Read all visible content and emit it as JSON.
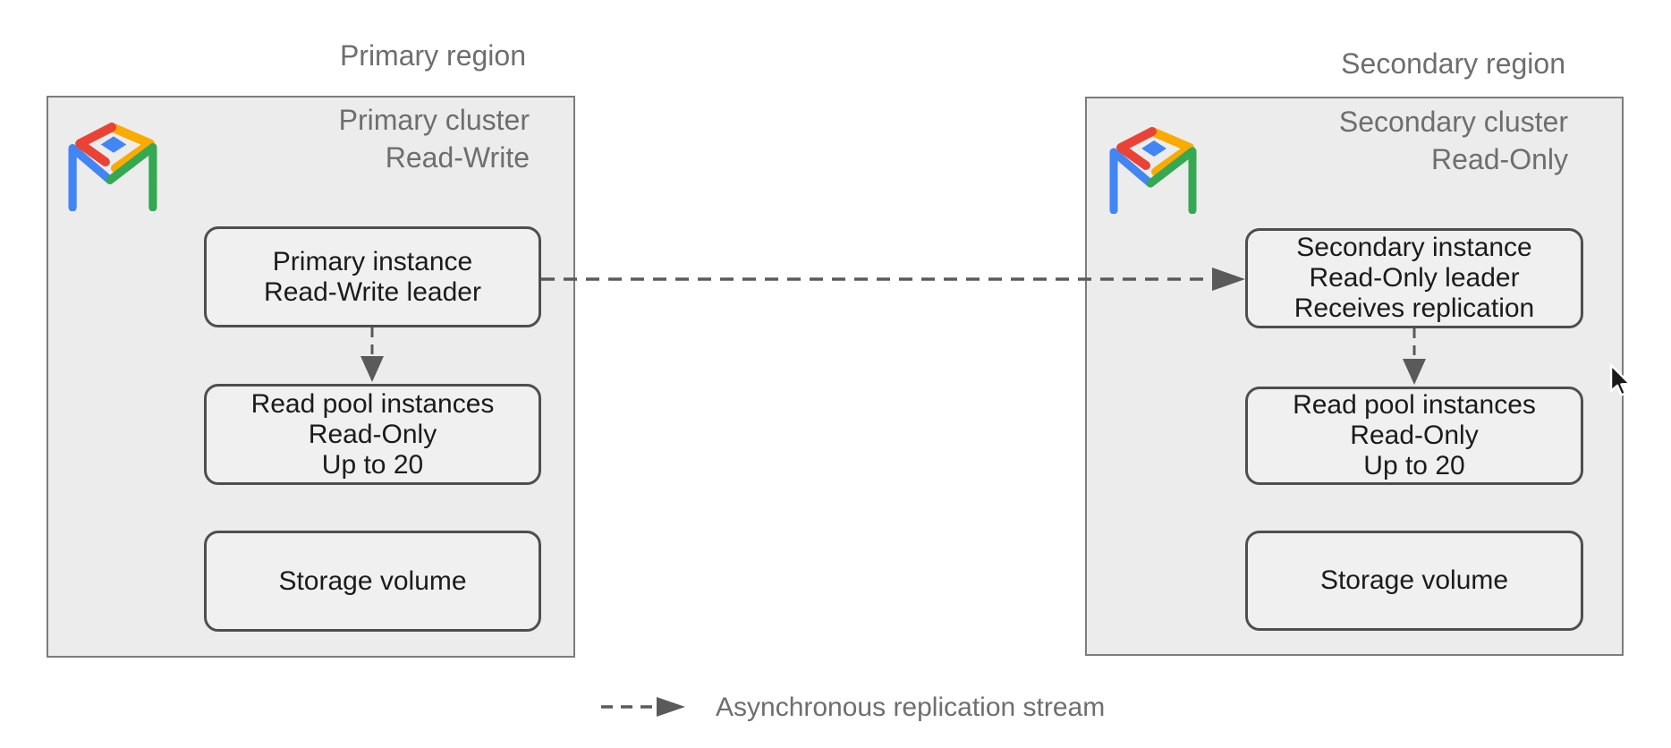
{
  "diagram": {
    "primary": {
      "region_label": "Primary region",
      "cluster_label": [
        "Primary cluster",
        "Read-Write"
      ],
      "instance": [
        "Primary instance",
        "Read-Write leader"
      ],
      "read_pool": [
        "Read pool instances",
        "Read-Only",
        "Up to 20"
      ],
      "storage": [
        "Storage volume"
      ]
    },
    "secondary": {
      "region_label": "Secondary region",
      "cluster_label": [
        "Secondary cluster",
        "Read-Only"
      ],
      "instance": [
        "Secondary instance",
        "Read-Only leader",
        "Receives replication"
      ],
      "read_pool": [
        "Read pool instances",
        "Read-Only",
        "Up to 20"
      ],
      "storage": [
        "Storage volume"
      ]
    },
    "legend": {
      "label": "Asynchronous replication stream"
    },
    "icons": {
      "cluster_icon": "alloydb-table-icon",
      "cursor": "mouse-pointer-icon"
    },
    "colors": {
      "region_fill": "#ececec",
      "region_border": "#7c7c7c",
      "node_fill": "#f0f0f0",
      "node_border": "#4e4e4e",
      "text_dark": "#1b1b1b",
      "text_gray": "#6e6e6e",
      "arrow_gray": "#5a5a5a",
      "google_red": "#EA4335",
      "google_yellow": "#F9AB00",
      "google_green": "#34A853",
      "google_blue": "#4285F4"
    }
  }
}
